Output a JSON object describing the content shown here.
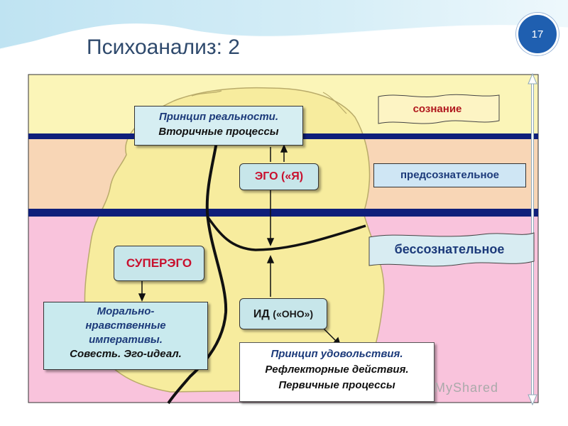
{
  "slide": {
    "title": "Психоанализ: 2",
    "page_number": "17"
  },
  "zones": {
    "conscious": "сознание",
    "preconscious": "предсознательное",
    "unconscious": "бессознательное"
  },
  "nodes": {
    "reality_line1": "Принцип реальности.",
    "reality_line2": "Вторичные процессы",
    "ego": "ЭГО («Я)",
    "superego": "СУПЕРЭГО",
    "id_main": "ИД",
    "id_sub": "(«ОНО»)",
    "moral_line1": "Морально-",
    "moral_line2": "нравственные",
    "moral_line3": "императивы.",
    "moral_line4": "Совесть. Эго-идеал.",
    "pleasure_line1": "Принцип удовольствия.",
    "pleasure_line2": "Рефлекторные действия.",
    "pleasure_line3": "Первичные процессы"
  },
  "watermark": "MyShared",
  "colors": {
    "conscious_band": "#fbf5b8",
    "preconscious_band": "#f8d6b6",
    "unconscious_band": "#f9c3dc",
    "psyche_blob": "#f7ec9e",
    "divider": "#0f1f7a",
    "accent_red": "#c8102e",
    "text_blue": "#1c3a7a"
  }
}
